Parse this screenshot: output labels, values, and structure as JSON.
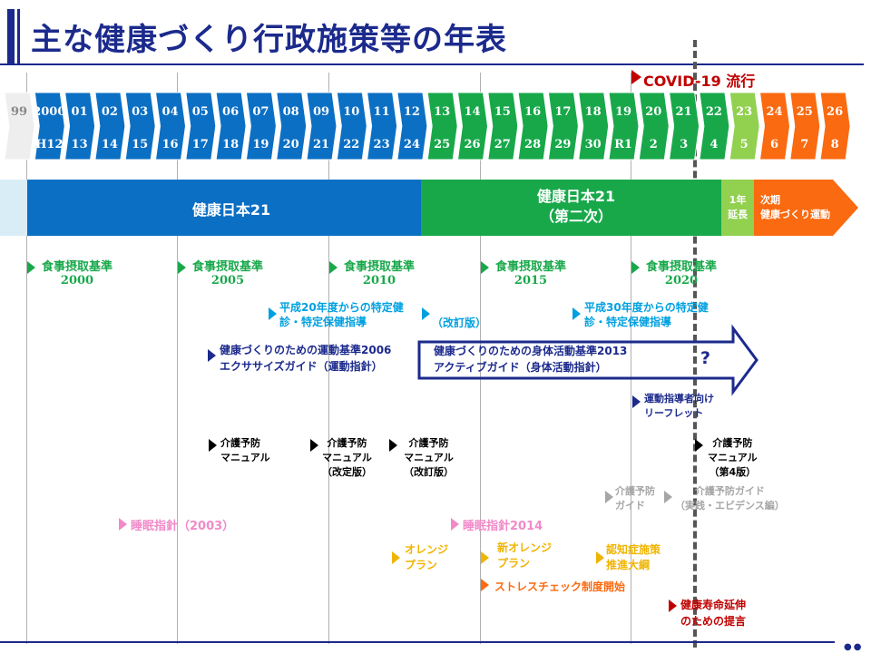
{
  "title": "主な健康づくり行政施策等の年表",
  "covid_label": "COVID-19 流行",
  "timeline": [
    {
      "top": "99",
      "bottom": "",
      "color": "#eeeeee",
      "text_color": "#888888"
    },
    {
      "top": "2000",
      "bottom": "H12",
      "color": "#0b6fc4",
      "text_color": "#ffffff"
    },
    {
      "top": "01",
      "bottom": "13",
      "color": "#0b6fc4",
      "text_color": "#ffffff"
    },
    {
      "top": "02",
      "bottom": "14",
      "color": "#0b6fc4",
      "text_color": "#ffffff"
    },
    {
      "top": "03",
      "bottom": "15",
      "color": "#0b6fc4",
      "text_color": "#ffffff"
    },
    {
      "top": "04",
      "bottom": "16",
      "color": "#0b6fc4",
      "text_color": "#ffffff"
    },
    {
      "top": "05",
      "bottom": "17",
      "color": "#0b6fc4",
      "text_color": "#ffffff"
    },
    {
      "top": "06",
      "bottom": "18",
      "color": "#0b6fc4",
      "text_color": "#ffffff"
    },
    {
      "top": "07",
      "bottom": "19",
      "color": "#0b6fc4",
      "text_color": "#ffffff"
    },
    {
      "top": "08",
      "bottom": "20",
      "color": "#0b6fc4",
      "text_color": "#ffffff"
    },
    {
      "top": "09",
      "bottom": "21",
      "color": "#0b6fc4",
      "text_color": "#ffffff"
    },
    {
      "top": "10",
      "bottom": "22",
      "color": "#0b6fc4",
      "text_color": "#ffffff"
    },
    {
      "top": "11",
      "bottom": "23",
      "color": "#0b6fc4",
      "text_color": "#ffffff"
    },
    {
      "top": "12",
      "bottom": "24",
      "color": "#0b6fc4",
      "text_color": "#ffffff"
    },
    {
      "top": "13",
      "bottom": "25",
      "color": "#18a84a",
      "text_color": "#ffffff"
    },
    {
      "top": "14",
      "bottom": "26",
      "color": "#18a84a",
      "text_color": "#ffffff"
    },
    {
      "top": "15",
      "bottom": "27",
      "color": "#18a84a",
      "text_color": "#ffffff"
    },
    {
      "top": "16",
      "bottom": "28",
      "color": "#18a84a",
      "text_color": "#ffffff"
    },
    {
      "top": "17",
      "bottom": "29",
      "color": "#18a84a",
      "text_color": "#ffffff"
    },
    {
      "top": "18",
      "bottom": "30",
      "color": "#18a84a",
      "text_color": "#ffffff"
    },
    {
      "top": "19",
      "bottom": "R1",
      "color": "#18a84a",
      "text_color": "#ffffff"
    },
    {
      "top": "20",
      "bottom": "2",
      "color": "#18a84a",
      "text_color": "#ffffff"
    },
    {
      "top": "21",
      "bottom": "3",
      "color": "#18a84a",
      "text_color": "#ffffff"
    },
    {
      "top": "22",
      "bottom": "4",
      "color": "#18a84a",
      "text_color": "#ffffff"
    },
    {
      "top": "23",
      "bottom": "5",
      "color": "#92d050",
      "text_color": "#ffffff"
    },
    {
      "top": "24",
      "bottom": "6",
      "color": "#fa6a10",
      "text_color": "#ffffff"
    },
    {
      "top": "25",
      "bottom": "7",
      "color": "#fa6a10",
      "text_color": "#ffffff"
    },
    {
      "top": "26",
      "bottom": "8",
      "color": "#fa6a10",
      "text_color": "#ffffff"
    }
  ],
  "eras": {
    "first": "健康日本21",
    "second_line1": "健康日本21",
    "second_line2": "（第二次）",
    "extension_line1": "1年",
    "extension_line2": "延長",
    "next_line1": "次期",
    "next_line2": "健康づくり運動"
  },
  "colors": {
    "blue": "#0b6fc4",
    "green": "#18a84a",
    "lightgreen": "#92d050",
    "orange": "#fa6a10",
    "cyan": "#00a0e0",
    "navy": "#1b2a8c",
    "pink": "#f08ac8",
    "gold": "#f0b400",
    "gray": "#a6a6a6",
    "darkred": "#c00000",
    "black": "#000000"
  },
  "items": {
    "diet_2000": {
      "title": "食事摂取基準",
      "year": "2000"
    },
    "diet_2005": {
      "title": "食事摂取基準",
      "year": "2005"
    },
    "diet_2010": {
      "title": "食事摂取基準",
      "year": "2010"
    },
    "diet_2015": {
      "title": "食事摂取基準",
      "year": "2015"
    },
    "diet_2020": {
      "title": "食事摂取基準",
      "year": "2020"
    },
    "checkup_h20_l1": "平成20年度からの特定健",
    "checkup_h20_l2": "診・特定保健指導",
    "checkup_revised": "（改訂版）",
    "checkup_h30_l1": "平成30年度からの特定健",
    "checkup_h30_l2": "診・特定保健指導",
    "exercise_2006_l1": "健康づくりのための運動基準2006",
    "exercise_2006_l2": "エクササイズガイド（運動指針）",
    "activity_2013_l1": "健康づくりのための身体活動基準2013",
    "activity_2013_l2": "アクティブガイド（身体活動指針）",
    "question": "?",
    "leaflet_l1": "運動指導者向け",
    "leaflet_l2": "リーフレット",
    "care_1_l1": "介護予防",
    "care_1_l2": "マニュアル",
    "care_2_l1": "介護予防",
    "care_2_l2": "マニュアル",
    "care_2_l3": "（改定版）",
    "care_3_l1": "介護予防",
    "care_3_l2": "マニュアル",
    "care_3_l3": "（改訂版）",
    "care_4_l1": "介護予防",
    "care_4_l2": "マニュアル",
    "care_4_l3": "（第4版）",
    "care_guide_l1": "介護予防",
    "care_guide_l2": "ガイド",
    "care_guide_ev_l1": "介護予防ガイド",
    "care_guide_ev_l2": "（実践・エビデンス編）",
    "sleep_2003": "睡眠指針（2003）",
    "sleep_2014": "睡眠指針2014",
    "orange_plan_l1": "オレンジ",
    "orange_plan_l2": "プラン",
    "new_orange_l1": "新オレンジ",
    "new_orange_l2": "プラン",
    "dementia_l1": "認知症施策",
    "dementia_l2": "推進大綱",
    "stress_check": "ストレスチェック制度開始",
    "longevity_l1": "健康寿命延伸",
    "longevity_l2": "のための提言"
  }
}
